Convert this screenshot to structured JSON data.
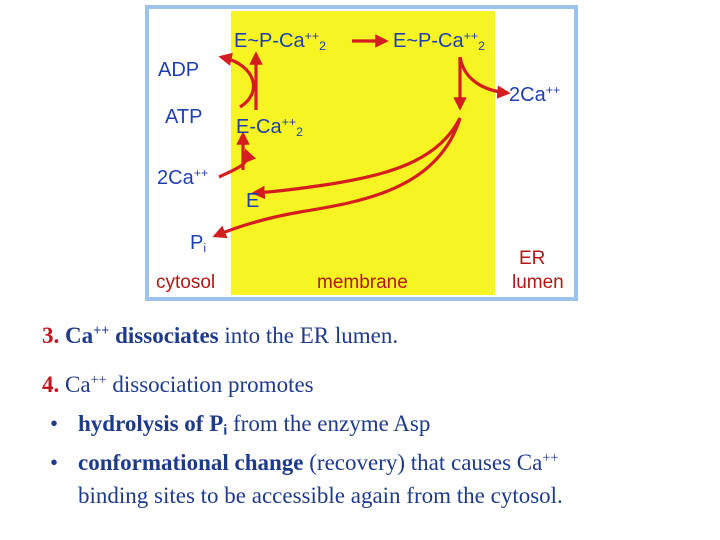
{
  "diagram": {
    "e_p_ca2_left": {
      "main": "E~P-Ca",
      "sup": "++",
      "sub": "2"
    },
    "e_p_ca2_right": {
      "main": "E~P-Ca",
      "sup": "++",
      "sub": "2"
    },
    "adp": "ADP",
    "atp": "ATP",
    "e_ca2": {
      "main": "E-Ca",
      "sup": "++",
      "sub": "2"
    },
    "ca_left": {
      "main": "2Ca",
      "sup": "++"
    },
    "ca_right": {
      "main": "2Ca",
      "sup": "++"
    },
    "e": "E",
    "pi": {
      "main": "P",
      "sub": "i"
    },
    "cytosol": "cytosol",
    "membrane": "membrane",
    "er": "ER",
    "lumen": "lumen",
    "colors": {
      "membrane": "#f7f423",
      "frame": "#9cc3ea",
      "text_blue": "#1f3fb0",
      "text_red": "#b01818",
      "arrow": "#d41e1e"
    }
  },
  "text": {
    "item3": {
      "num": "3.",
      "ca": "Ca",
      "ca_sup": "++",
      "bold": "dissociates",
      "rest": "into the ER lumen."
    },
    "item4": {
      "num": "4.",
      "ca": "Ca",
      "ca_sup": "++",
      "rest": "dissociation promotes"
    },
    "bullet1": {
      "bullet": "•",
      "bold": "hydrolysis of P",
      "bold_sub": "i",
      "rest": "from the enzyme Asp"
    },
    "bullet2": {
      "bullet": "•",
      "bold": "conformational change",
      "rest": "(recovery) that causes Ca",
      "rest_sup": "++"
    },
    "bullet2_cont": "binding sites to be accessible again from the cytosol."
  }
}
